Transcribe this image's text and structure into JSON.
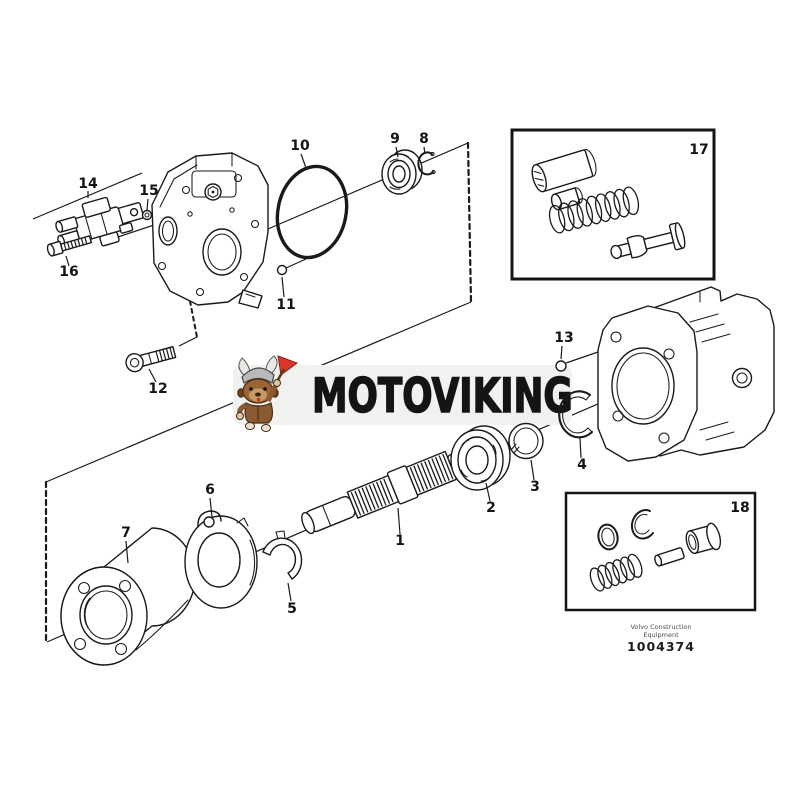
{
  "diagram": {
    "type": "exploded-parts-diagram",
    "callouts": [
      {
        "label": "1"
      },
      {
        "label": "2"
      },
      {
        "label": "3"
      },
      {
        "label": "4"
      },
      {
        "label": "5"
      },
      {
        "label": "6"
      },
      {
        "label": "7"
      },
      {
        "label": "8"
      },
      {
        "label": "9"
      },
      {
        "label": "10"
      },
      {
        "label": "11"
      },
      {
        "label": "12"
      },
      {
        "label": "13"
      },
      {
        "label": "14"
      },
      {
        "label": "15"
      },
      {
        "label": "16"
      },
      {
        "label": "17"
      },
      {
        "label": "18"
      }
    ]
  },
  "watermark": {
    "text": "MOTOVIKING",
    "mascot": "viking-dog-mascot",
    "band_color": "#f1f1ef",
    "text_color": "#141414",
    "flag_color": "#d9372b"
  },
  "footer": {
    "brand_line1": "Volvo Construction",
    "brand_line2": "Equipment",
    "figure_number": "1004374"
  },
  "colors": {
    "line": "#1a1a1a",
    "background": "#ffffff"
  }
}
